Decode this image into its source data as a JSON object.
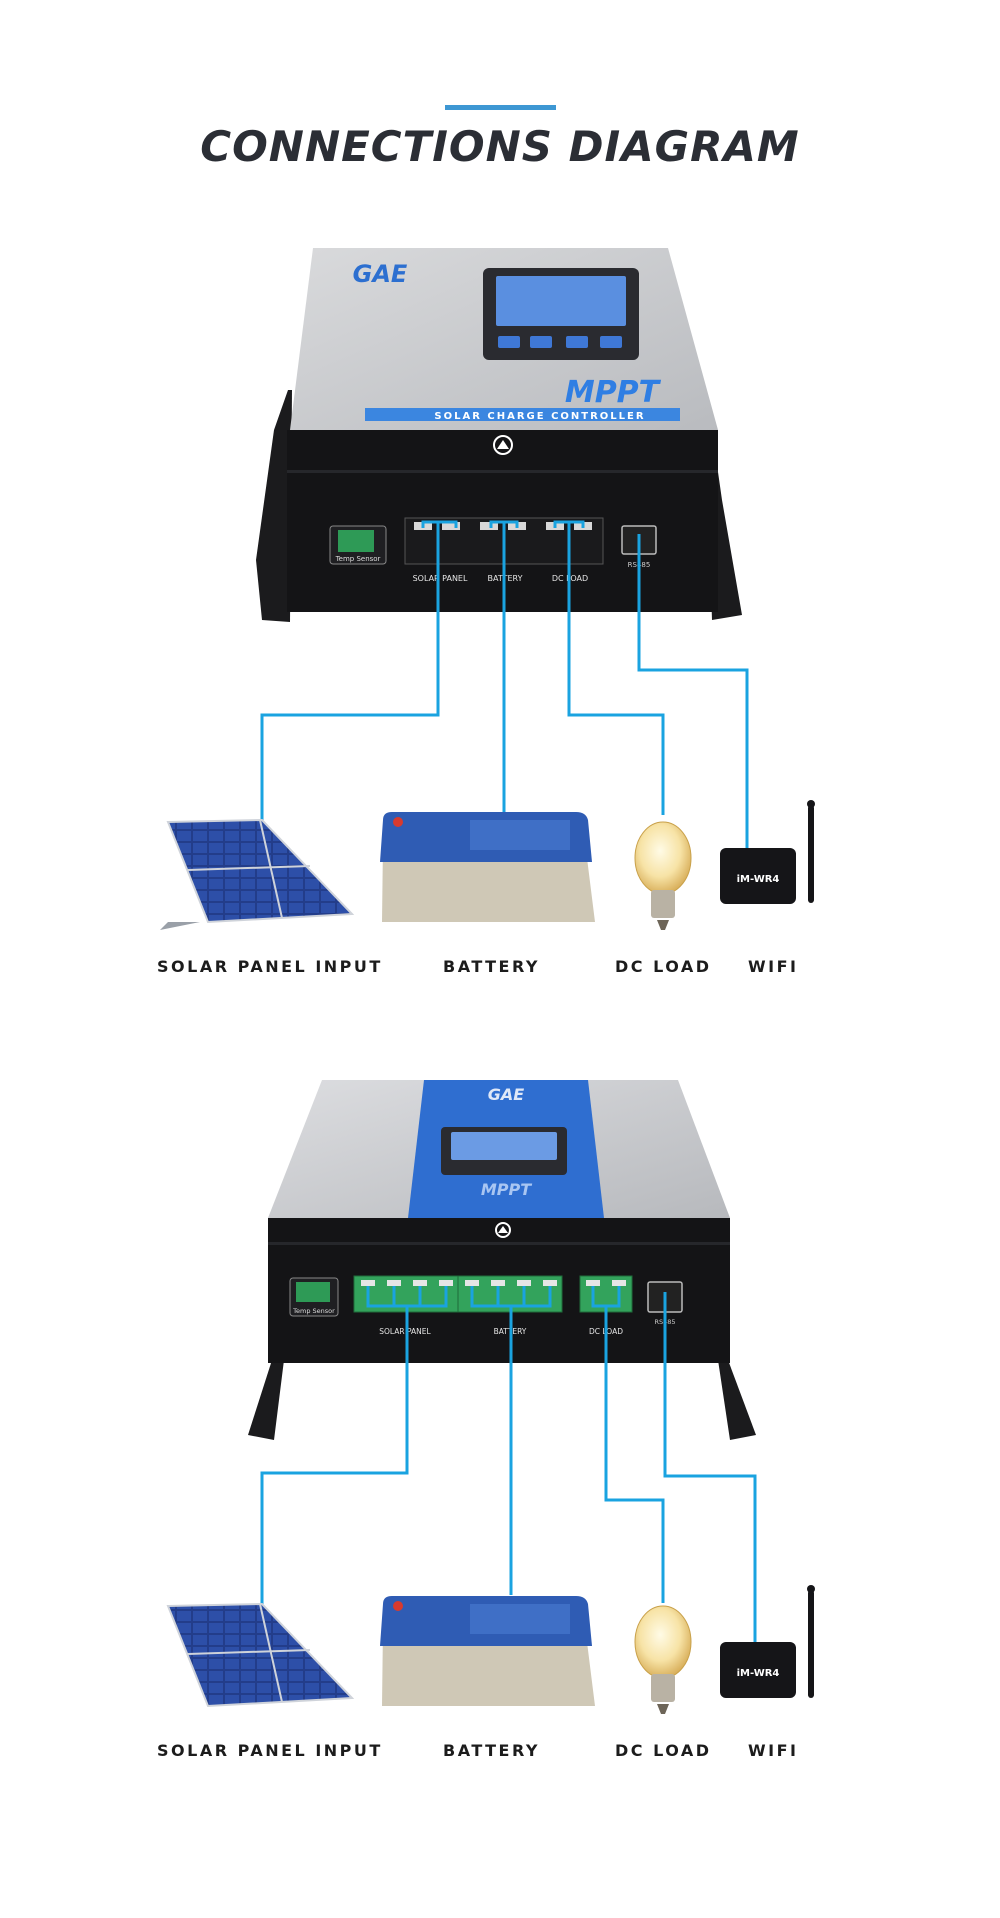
{
  "title": "CONNECTIONS DIAGRAM",
  "colors": {
    "accent": "#3d97d3",
    "wire": "#1aa3e0",
    "title": "#2b2e35"
  },
  "diagram1": {
    "brand": "GAE",
    "model": "MPPT",
    "subtitle": "SOLAR CHARGE CONTROLLER",
    "temp_sensor": "Temp Sensor",
    "port_solar": "SOLAR PANEL",
    "port_battery": "BATTERY",
    "port_load": "DC LOAD",
    "port_rs485": "RS485",
    "wifi_model": "iM-WR4",
    "labels": {
      "solar": "SOLAR PANEL INPUT",
      "battery": "BATTERY",
      "load": "DC LOAD",
      "wifi": "WIFI"
    }
  },
  "diagram2": {
    "brand": "GAE",
    "model": "MPPT",
    "temp_sensor": "Temp Sensor",
    "port_solar": "SOLAR PANEL",
    "port_battery": "BATTERY",
    "port_load": "DC LOAD",
    "port_rs485": "RS485",
    "wifi_model": "iM-WR4",
    "labels": {
      "solar": "SOLAR PANEL INPUT",
      "battery": "BATTERY",
      "load": "DC LOAD",
      "wifi": "WIFI"
    }
  }
}
